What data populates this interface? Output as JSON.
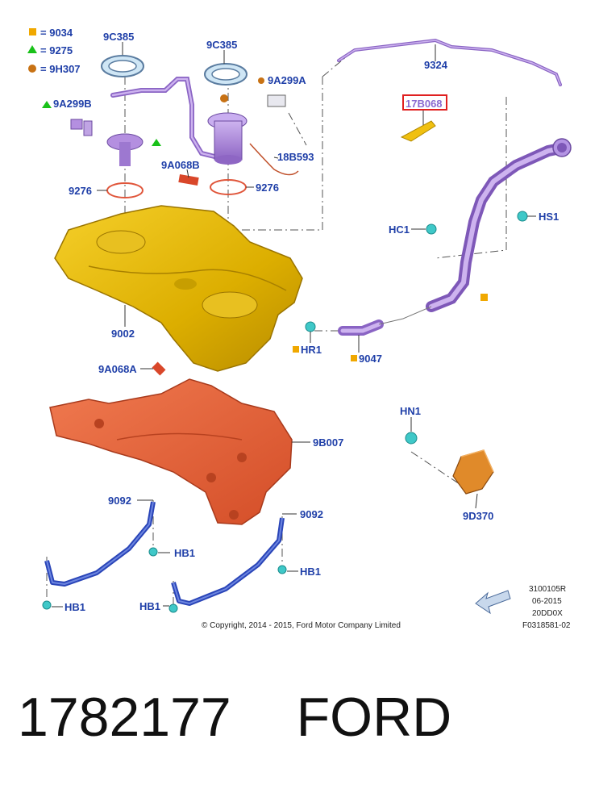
{
  "legend": [
    {
      "symbol": "square",
      "color": "#f0a800",
      "part": "9034"
    },
    {
      "symbol": "triangle",
      "color": "#19c119",
      "part": "9275"
    },
    {
      "symbol": "circle",
      "color": "#c87214",
      "part": "9H307"
    }
  ],
  "labels": {
    "l9C385a": "9C385",
    "l9C385b": "9C385",
    "l9A299A": "9A299A",
    "l9A299B": "9A299B",
    "l9324": "9324",
    "l17B068": "17B068",
    "l18B593": "18B593",
    "l9A068B": "9A068B",
    "l9276a": "9276",
    "l9276b": "9276",
    "lHS1": "HS1",
    "lHC1": "HC1",
    "l9002": "9002",
    "lHR1": "HR1",
    "l9047": "9047",
    "l9A068A": "9A068A",
    "l9B007": "9B007",
    "lHN1": "HN1",
    "l9092a": "9092",
    "l9092b": "9092",
    "l9D370": "9D370",
    "lHB1a": "HB1",
    "lHB1b": "HB1",
    "lHB1c": "HB1",
    "lHB1d": "HB1"
  },
  "info": {
    "code1": "3100105R",
    "date": "06-2015",
    "code2": "20DD0X",
    "code3": "F0318581-02",
    "copyright": "© Copyright, 2014 - 2015, Ford Motor Company Limited"
  },
  "caption": {
    "part_number": "1782177",
    "brand": "FORD"
  },
  "colors": {
    "tank": "#e3b400",
    "shield": "#e8643a",
    "straps": "#3a55c8",
    "tubes": "#a77fd6",
    "fasteners": "#3fc8c8",
    "label_text": "#1f3fa8",
    "highlight_box": "#e02020"
  }
}
